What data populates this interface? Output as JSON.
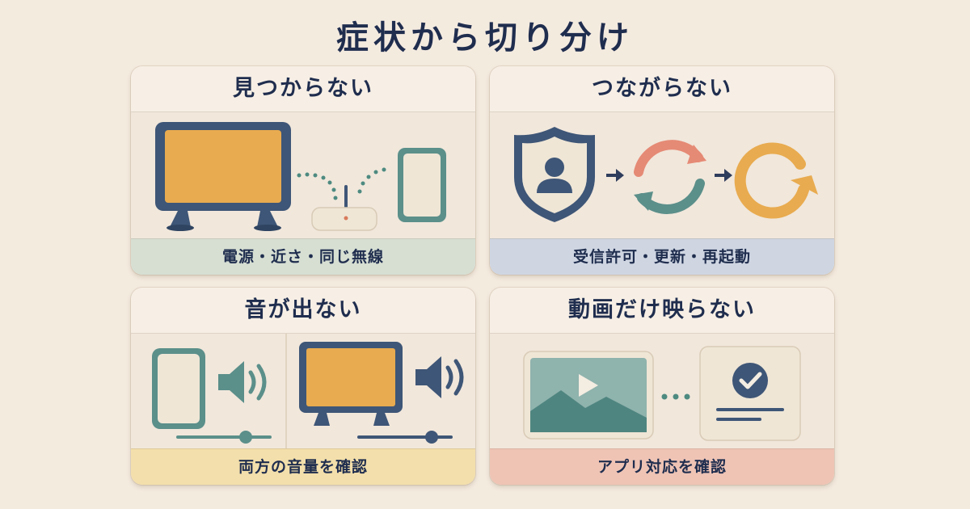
{
  "title": "症状から切り分け",
  "cards": [
    {
      "title": "見つからない",
      "footer": "電源・近さ・同じ無線"
    },
    {
      "title": "つながらない",
      "footer": "受信許可・更新・再起動"
    },
    {
      "title": "音が出ない",
      "footer": "両方の音量を確認"
    },
    {
      "title": "動画だけ映らない",
      "footer": "アプリ対応を確認"
    }
  ],
  "colors": {
    "navy": "#3e5677",
    "mustard": "#e8ab4f",
    "teal": "#5b8f8a",
    "coral": "#e58a75",
    "cream": "#efe6d6"
  }
}
